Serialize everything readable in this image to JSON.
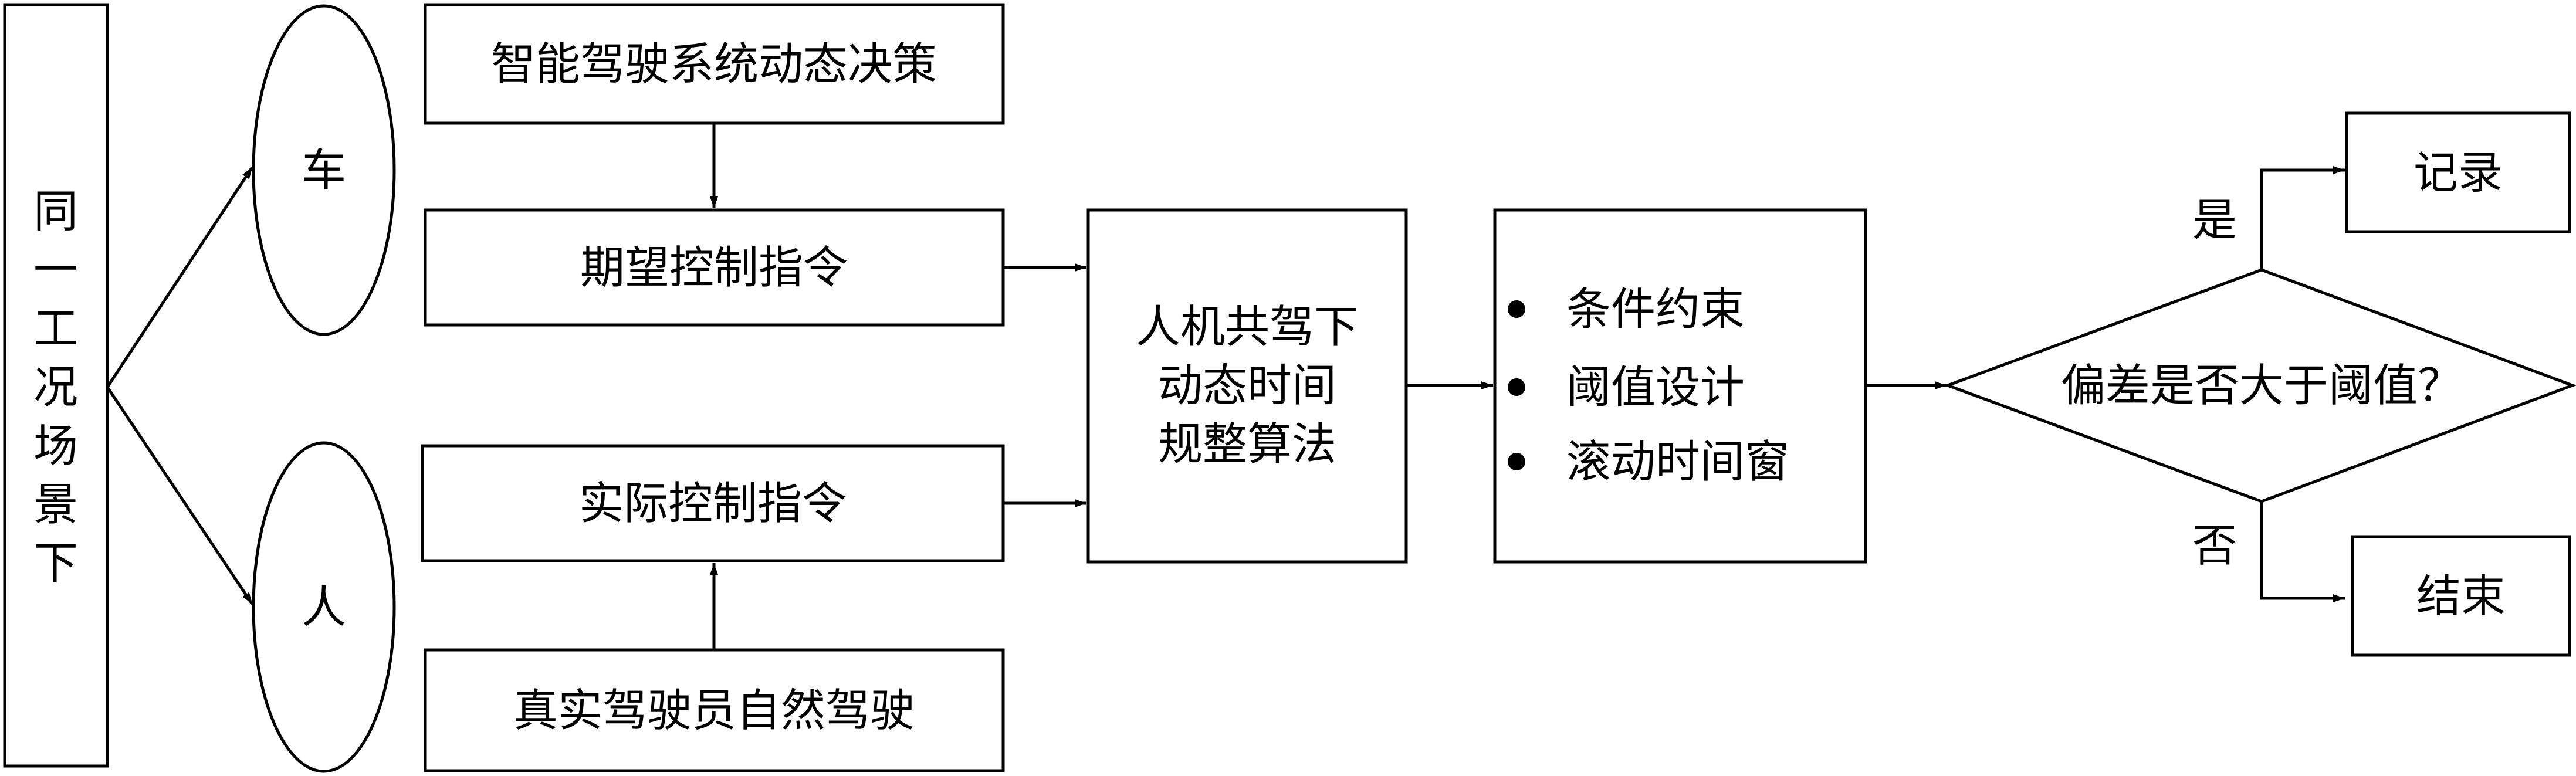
{
  "scene": "同一工况场景下",
  "vehicle": "车",
  "human": "人",
  "decision": "智能驾驶系统动态决策",
  "expected_command": "期望控制指令",
  "actual_command": "实际控制指令",
  "natural_driving": "真实驾驶员自然驾驶",
  "algorithm": [
    "人机共驾下",
    "动态时间",
    "规整算法"
  ],
  "constraints": [
    "条件约束",
    "阈值设计",
    "滚动时间窗"
  ],
  "question": "偏差是否大于阈值？",
  "yes": "是",
  "no": "否",
  "record": "记录",
  "end": "结束"
}
